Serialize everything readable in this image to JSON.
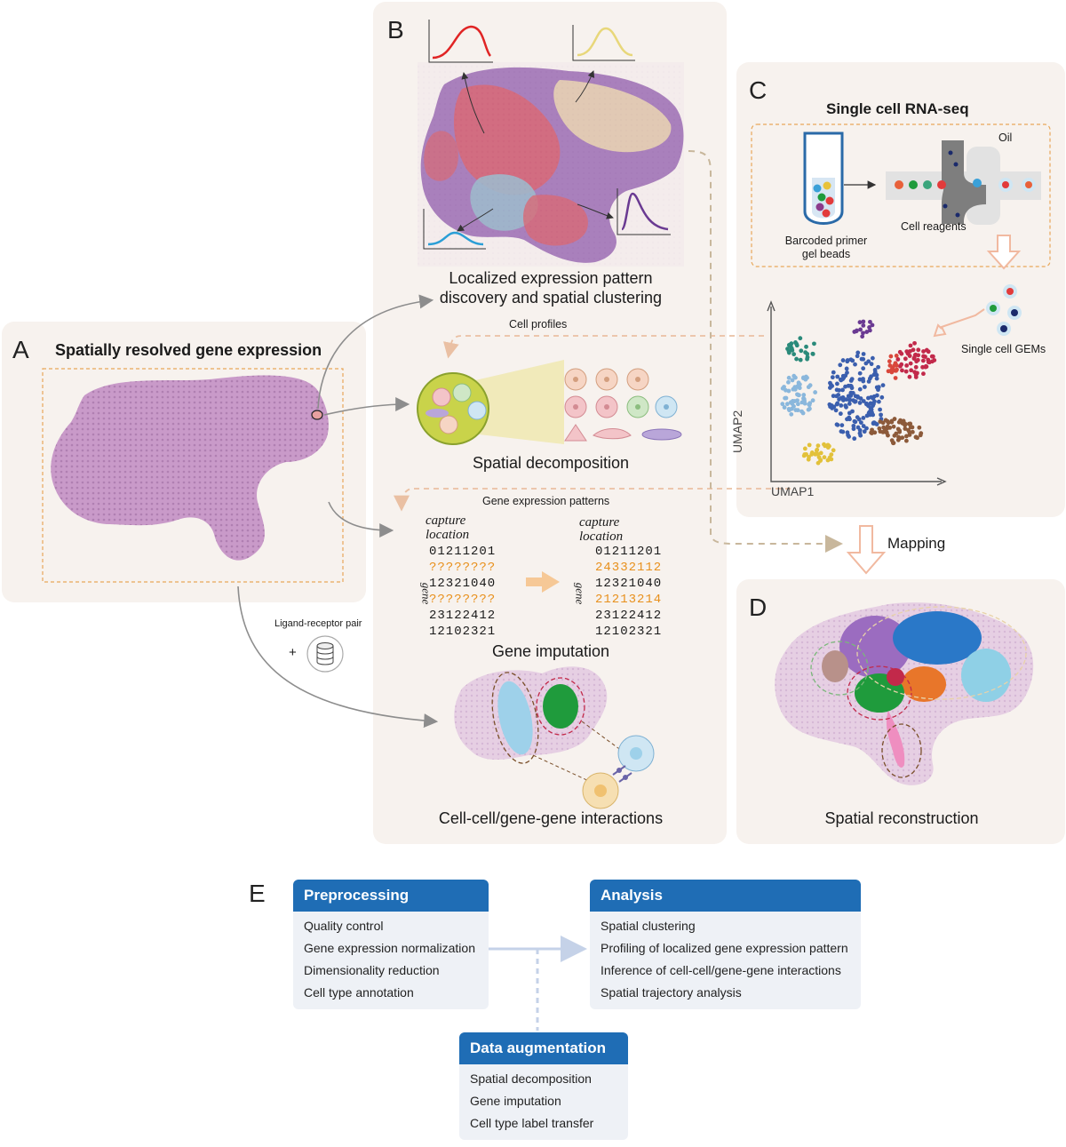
{
  "panel_a": {
    "letter": "A",
    "title": "Spatially resolved gene expression"
  },
  "panel_b": {
    "letter": "B",
    "caption_clustering": "Localized expression pattern\ndiscovery and spatial clustering",
    "label_cell_profiles": "Cell profiles",
    "caption_decomposition": "Spatial decomposition",
    "label_gene_patterns": "Gene expression patterns",
    "caption_imputation": "Gene imputation",
    "caption_interactions": "Cell-cell/gene-gene interactions",
    "capture_location": "capture\nlocation",
    "gene_axis": "gene",
    "matrix_left": [
      "01211201",
      "????????",
      "12321040",
      "????????",
      "23122412",
      "12102321"
    ],
    "matrix_right": [
      "01211201",
      "24332112",
      "12321040",
      "21213214",
      "23122412",
      "12102321"
    ]
  },
  "panel_c": {
    "letter": "C",
    "title": "Single cell RNA-seq",
    "label_oil": "Oil",
    "label_beads": "Barcoded primer\ngel beads",
    "label_reagents": "Cell reagents",
    "label_gems": "Single cell GEMs",
    "axis_x": "UMAP1",
    "axis_y": "UMAP2"
  },
  "mapping_label": "Mapping",
  "panel_d": {
    "letter": "D",
    "caption": "Spatial reconstruction"
  },
  "ligand_label": "Ligand-receptor pair",
  "plus_sign": "+",
  "panel_e": {
    "letter": "E",
    "preprocessing": {
      "title": "Preprocessing",
      "items": [
        "Quality control",
        "Gene expression normalization",
        "Dimensionality reduction",
        "Cell type annotation"
      ]
    },
    "analysis": {
      "title": "Analysis",
      "items": [
        "Spatial clustering",
        "Profiling of localized gene expression pattern",
        "Inference of cell-cell/gene-gene interactions",
        "Spatial trajectory analysis"
      ]
    },
    "augmentation": {
      "title": "Data augmentation",
      "items": [
        "Spatial decomposition",
        "Gene imputation",
        "Cell type label transfer"
      ]
    }
  },
  "colors": {
    "panel_bg": "#f7f2ee",
    "box_header": "#1f6db5",
    "box_body": "#eef1f6",
    "tissue": "#c99ac9",
    "dashed": "#e8a75a",
    "imputed": "#e8901c"
  }
}
